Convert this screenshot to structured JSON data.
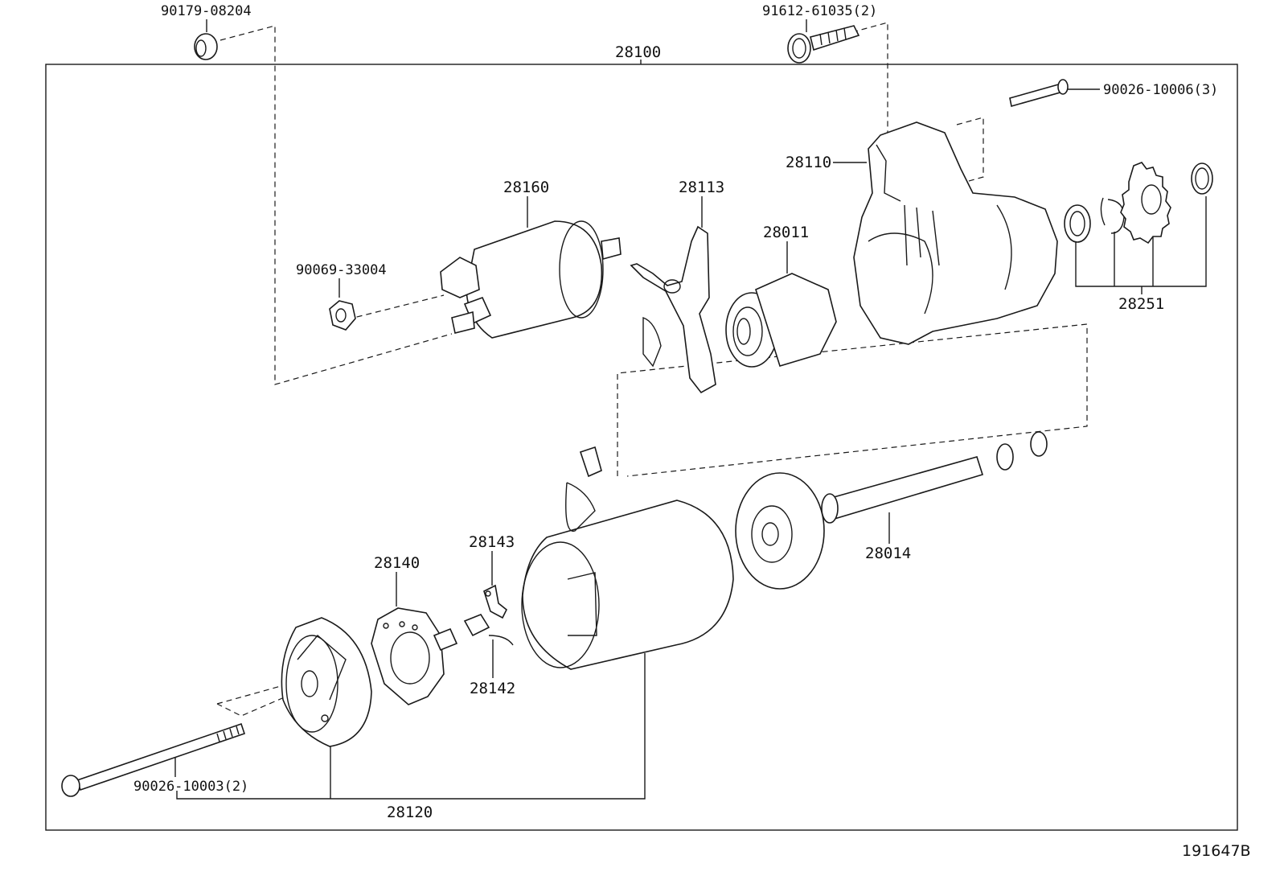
{
  "labels": {
    "p90179": "90179-08204",
    "p91612": "91612-61035(2)",
    "p28100": "28100",
    "p90026_3": "90026-10006(3)",
    "p28110": "28110",
    "p28160": "28160",
    "p28113": "28113",
    "p28011": "28011",
    "p90069": "90069-33004",
    "p28251": "28251",
    "p28014": "28014",
    "p28143": "28143",
    "p28140": "28140",
    "p28142": "28142",
    "p90026_2": "90026-10003(2)",
    "p28120": "28120"
  },
  "figure_code": "191647B"
}
